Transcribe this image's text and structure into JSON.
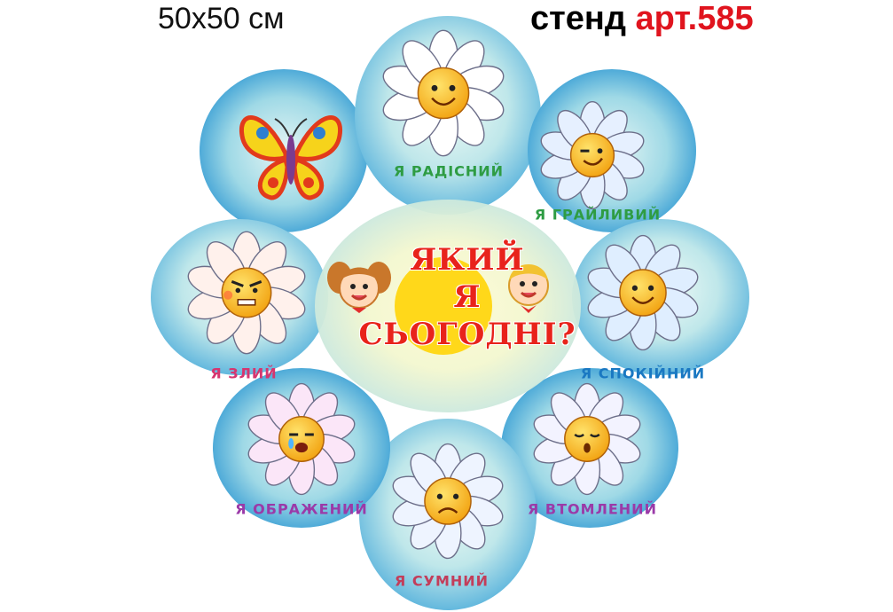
{
  "header": {
    "size": "50x50 см",
    "article_word": "стенд",
    "article_code": "арт.585"
  },
  "title": {
    "line1": "ЯКИЙ",
    "line2": "Я",
    "line3": "СЬОГОДНІ?"
  },
  "moods": [
    {
      "label": "Я РАДІСНИЙ",
      "color": "#2e9c43"
    },
    {
      "label": "Я ГРАЙЛИВИЙ",
      "color": "#2e9c43"
    },
    {
      "label": "Я СПОКІЙНИЙ",
      "color": "#1a78c2"
    },
    {
      "label": "Я ВТОМЛЕНИЙ",
      "color": "#9b3aa8"
    },
    {
      "label": "Я СУМНИЙ",
      "color": "#c33d5a"
    },
    {
      "label": "Я ОБРАЖЕНИЙ",
      "color": "#9b3aa8"
    },
    {
      "label": "Я ЗЛИЙ",
      "color": "#d6356f"
    }
  ],
  "colors": {
    "petal_blue": "#1f8fd0",
    "petal_light": "#bfe7ea",
    "sun": "#ffd81a",
    "title_red": "#e8231b"
  }
}
